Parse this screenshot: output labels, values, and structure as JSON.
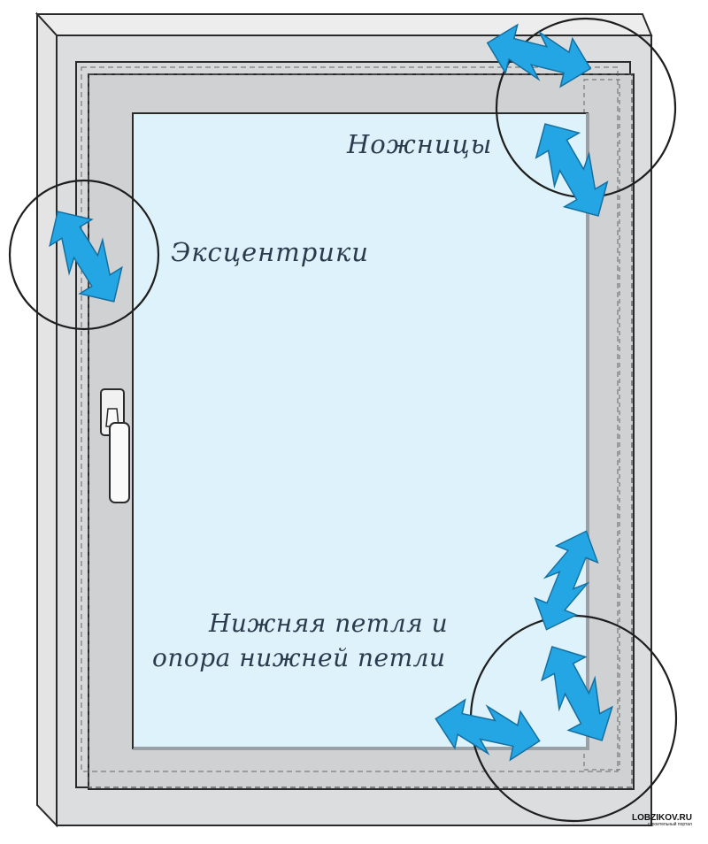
{
  "labels": {
    "scissors": "Ножницы",
    "eccentrics": "Эксцентрики",
    "hinge_line1": "Нижняя петля и",
    "hinge_line2": "опора нижней петли"
  },
  "watermark": {
    "site": "LOBZIKOV.RU",
    "subtitle": "строительный портал"
  },
  "colors": {
    "glass": "#ddf2fa",
    "frame": "#d5d6d7",
    "outline": "#2a2a2a",
    "arrow": "#25a6e4",
    "text": "#2b3a4d"
  }
}
